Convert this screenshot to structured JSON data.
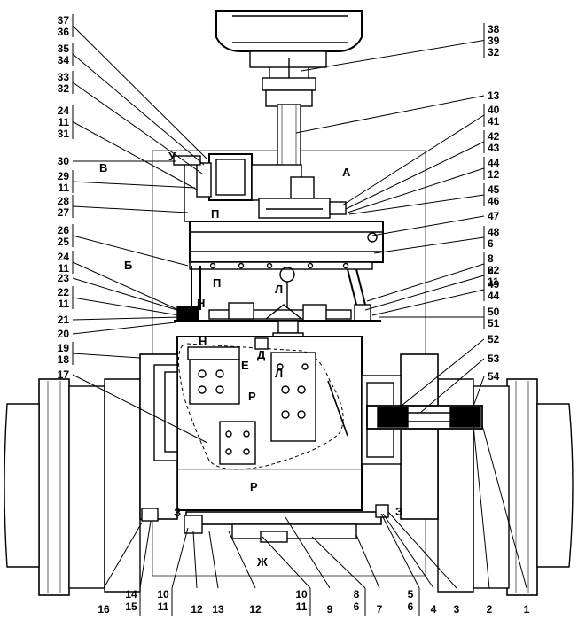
{
  "callouts_left": [
    {
      "top": "37",
      "bottom": "36"
    },
    {
      "top": "35",
      "bottom": "34"
    },
    {
      "top": "33",
      "bottom": "32"
    },
    {
      "top": "24",
      "mid": "11",
      "bottom": "31"
    },
    {
      "top": "30"
    },
    {
      "top": "29",
      "bottom": "11"
    },
    {
      "top": "28",
      "bottom": "27"
    },
    {
      "top": "26",
      "bottom": "25"
    },
    {
      "top": "24",
      "bottom": "11"
    },
    {
      "top": "23"
    },
    {
      "top": "22",
      "bottom": "11"
    },
    {
      "top": "21"
    },
    {
      "top": "20"
    },
    {
      "top": "19",
      "bottom": "18"
    },
    {
      "top": "17"
    }
  ],
  "callouts_right": [
    {
      "top": "38",
      "mid": "39",
      "bottom": "32"
    },
    {
      "top": "13"
    },
    {
      "top": "40",
      "bottom": "41"
    },
    {
      "top": "42",
      "bottom": "43"
    },
    {
      "top": "44",
      "bottom": "12"
    },
    {
      "top": "45",
      "bottom": "46"
    },
    {
      "top": "47"
    },
    {
      "top": "48",
      "bottom": "6"
    },
    {
      "top": "8",
      "bottom": "6"
    },
    {
      "top": "22",
      "bottom": "11"
    },
    {
      "top": "49",
      "bottom": "44"
    },
    {
      "top": "50",
      "bottom": "51"
    },
    {
      "top": "52"
    },
    {
      "top": "53"
    },
    {
      "top": "54"
    }
  ],
  "callouts_bottom": [
    {
      "top": "16"
    },
    {
      "top": "14",
      "bottom": "15"
    },
    {
      "top": "10",
      "bottom": "11"
    },
    {
      "top": "12"
    },
    {
      "top": "13"
    },
    {
      "top": "12"
    },
    {
      "top": "10",
      "bottom": "11"
    },
    {
      "top": "9"
    },
    {
      "top": "8",
      "bottom": "6"
    },
    {
      "top": "7"
    },
    {
      "top": "5",
      "bottom": "6"
    },
    {
      "top": "4"
    },
    {
      "top": "3"
    },
    {
      "top": "2"
    },
    {
      "top": "1"
    }
  ],
  "view_letters": {
    "u": "У",
    "v": "В",
    "a": "А",
    "p1": "П",
    "b": "Б",
    "p2": "П",
    "l1": "Л",
    "n1": "Н",
    "n2": "Н",
    "d": "Д",
    "e": "Е",
    "l2": "Л",
    "r1": "Р",
    "r2": "Р",
    "z1": "З",
    "z2": "З",
    "zh": "Ж"
  }
}
